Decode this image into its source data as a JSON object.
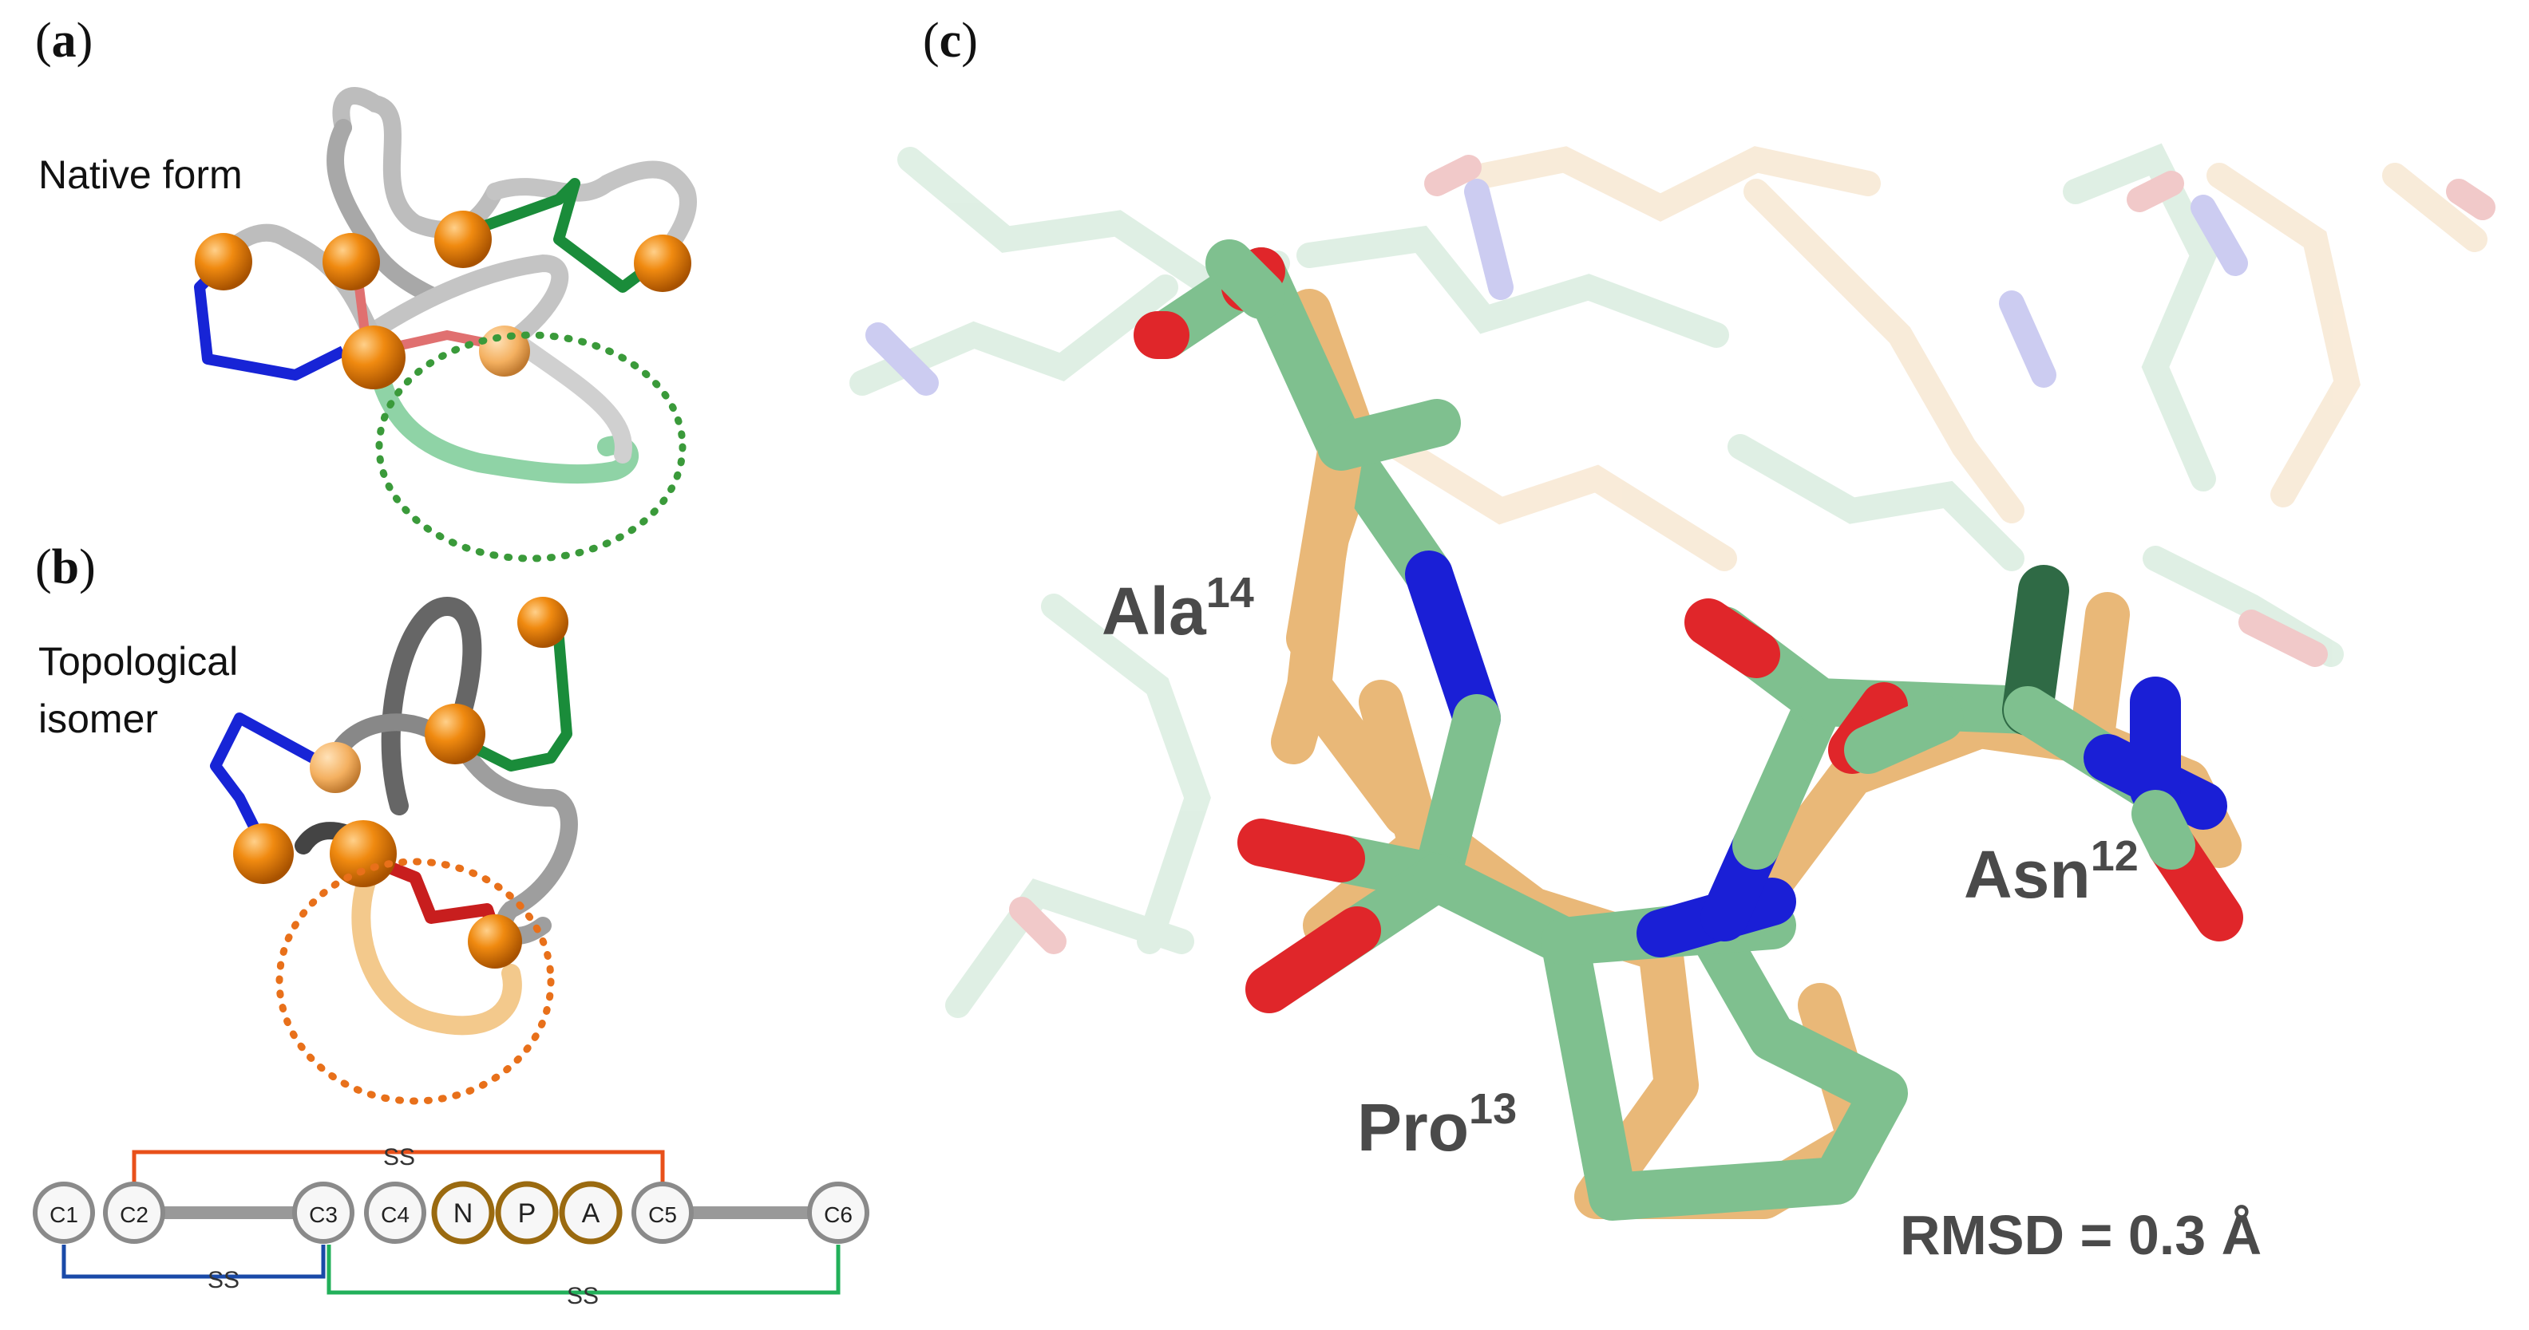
{
  "panels": {
    "a": {
      "label_open": "(",
      "letter": "a",
      "label_close": ")",
      "caption": "Native form"
    },
    "b": {
      "label_open": "(",
      "letter": "b",
      "label_close": ")",
      "caption_line1": "Topological",
      "caption_line2": "isomer"
    },
    "c": {
      "label_open": "(",
      "letter": "c",
      "label_close": ")"
    }
  },
  "schematic": {
    "nodes": [
      "C1",
      "C2",
      "C3",
      "C4",
      "N",
      "P",
      "A",
      "C5",
      "C6"
    ],
    "bond_label_top": "SS",
    "bond_label_bottom_left": "SS",
    "bond_label_bottom_right": "SS"
  },
  "residues": {
    "ala": {
      "name": "Ala",
      "num": "14"
    },
    "asn": {
      "name": "Asn",
      "num": "12"
    },
    "pro": {
      "name": "Pro",
      "num": "13"
    }
  },
  "rmsd": "RMSD = 0.3 Å",
  "colors": {
    "green_model": "#7fc08f",
    "orange_model": "#e9b878",
    "nitrogen": "#1a1fd6",
    "oxygen": "#e0262a",
    "sphere": "#f08a10",
    "native_ring": "#3a9a3a",
    "isomer_ring": "#e8701a"
  }
}
